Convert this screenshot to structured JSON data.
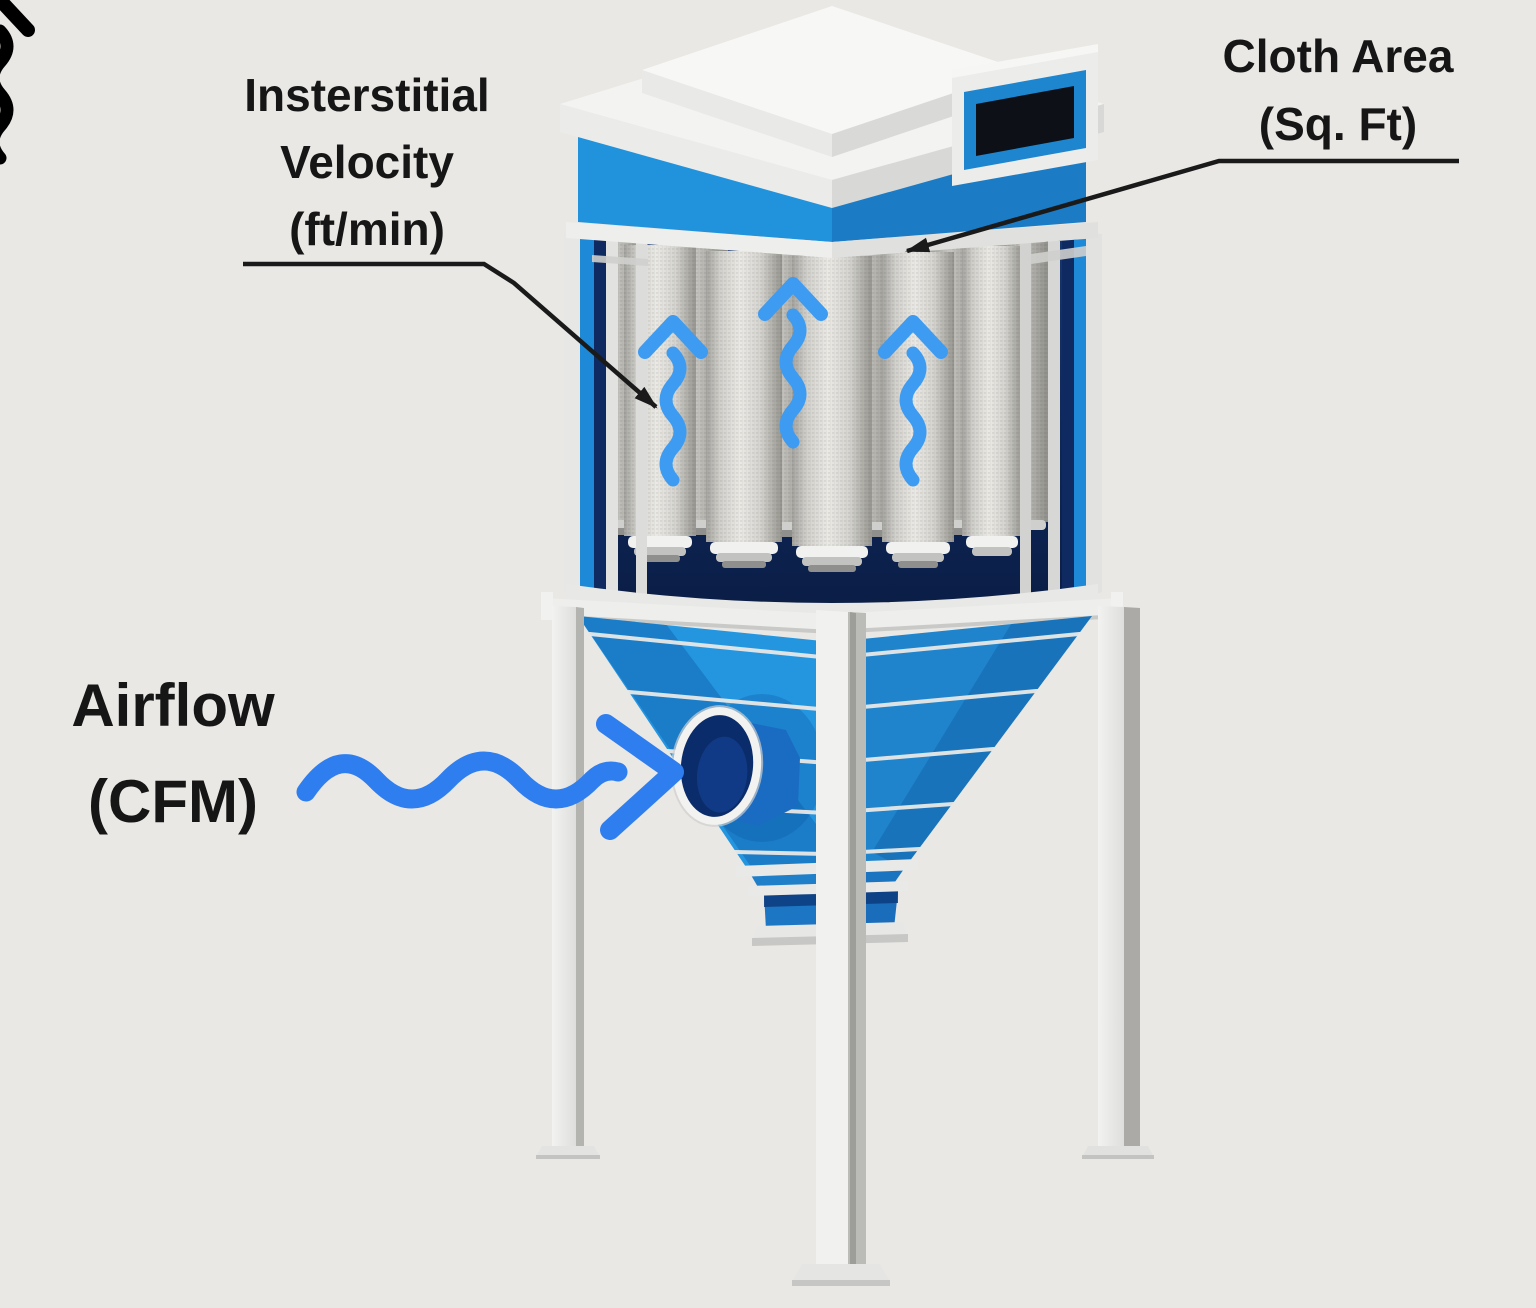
{
  "annotations": {
    "interstitial_velocity": {
      "lines": [
        "Insterstitial",
        "Velocity",
        "(ft/min)"
      ]
    },
    "cloth_area": {
      "lines": [
        "Cloth Area",
        "(Sq. Ft)"
      ]
    },
    "airflow": {
      "lines": [
        "Airflow",
        "(CFM)"
      ]
    }
  },
  "diagram": {
    "subject": "cartridge-dust-collector-3d-render",
    "components": [
      "roof-cap",
      "exhaust-outlet-duct",
      "clean-air-plenum",
      "filter-cartridges",
      "housing-interior",
      "inlet-port",
      "hopper",
      "support-legs",
      "airflow-wave-arrows"
    ]
  },
  "colors": {
    "background": "#e9e8e5",
    "machine_blue": "#2193dc",
    "machine_blue_dark": "#1b7cc5",
    "hopper_blue": "#2496e0",
    "hopper_blue_dark": "#1f84cb",
    "interior_navy": "#0e2a60",
    "steel_white": "#efefed",
    "cartridge_gray": "#dcdbd7",
    "flow_arrow_blue": "#3d9bf2",
    "airflow_arrow_blue": "#2e7ef0",
    "leader_black": "#1a1a1a",
    "text_color": "#161616"
  }
}
